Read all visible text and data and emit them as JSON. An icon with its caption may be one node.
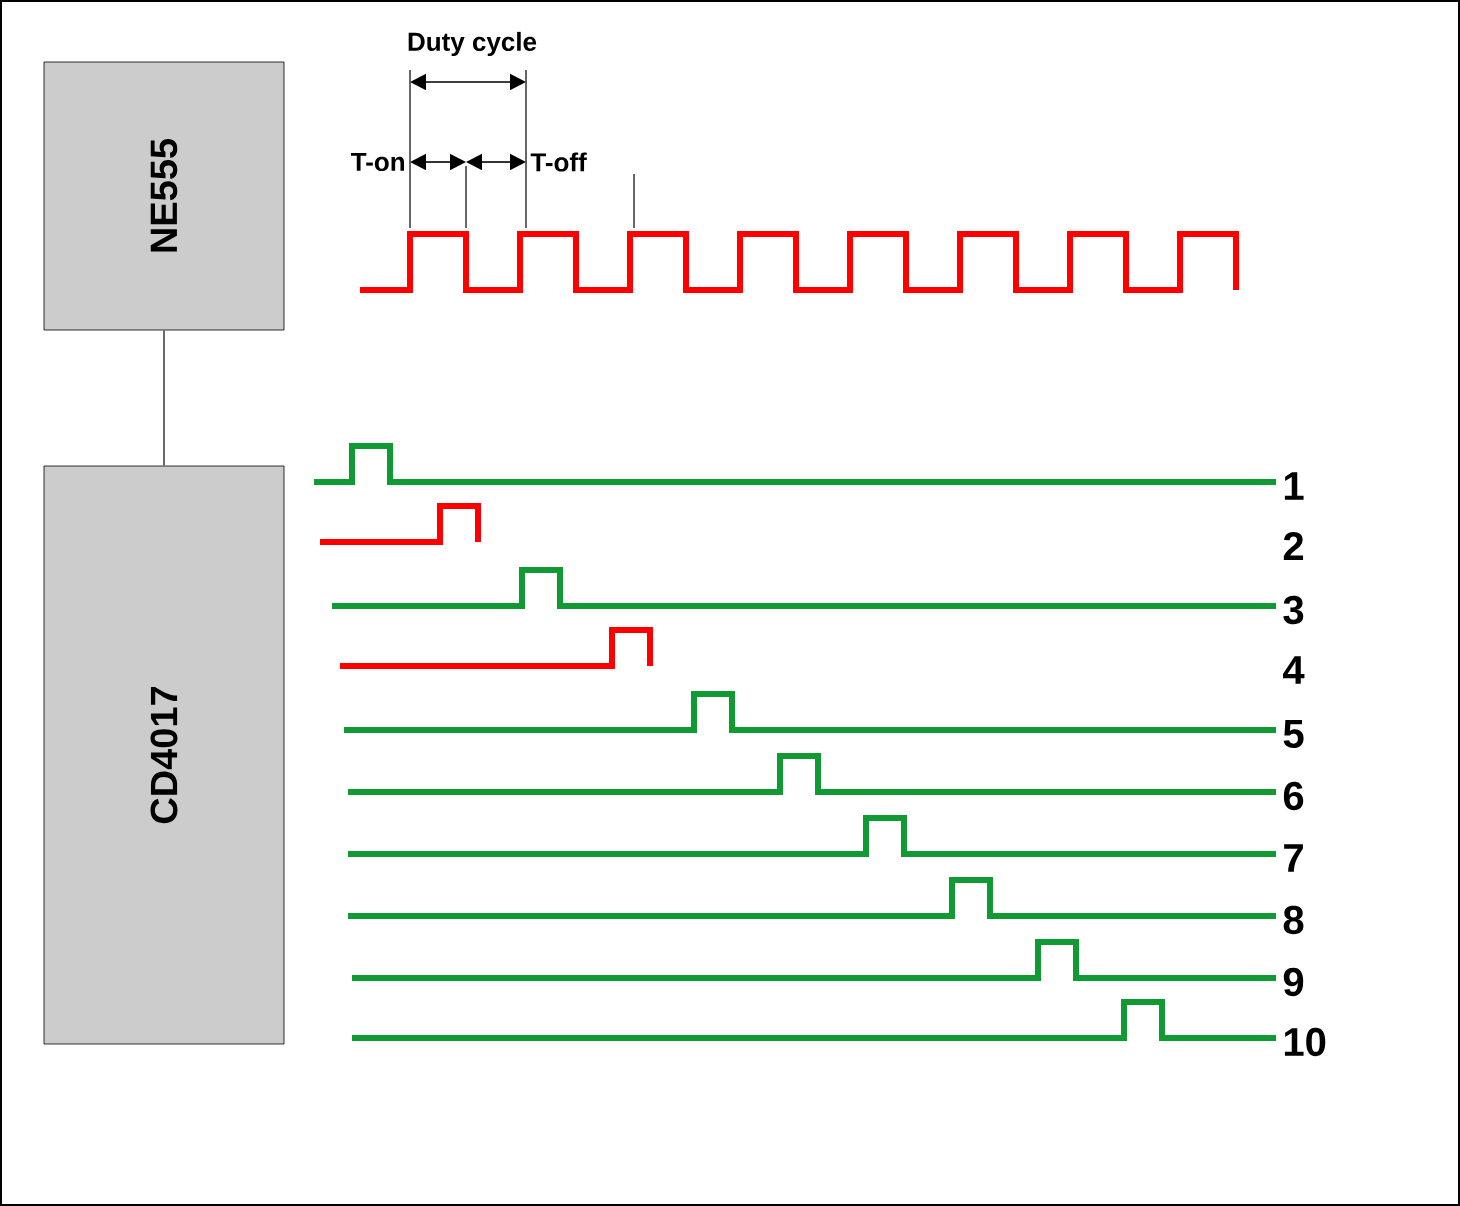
{
  "diagram": {
    "nodes": [
      {
        "text": [
          "NE555"
        ]
      },
      {
        "text": [
          "CD4017"
        ]
      }
    ],
    "edges": [
      {
        "from": 0,
        "to": 1,
        "arrow": "none"
      }
    ],
    "labels": [
      "Duty cycle",
      "T-on",
      "T-off",
      "1",
      "2",
      "3",
      "4",
      "5",
      "6",
      "7",
      "8",
      "9",
      "10"
    ]
  }
}
